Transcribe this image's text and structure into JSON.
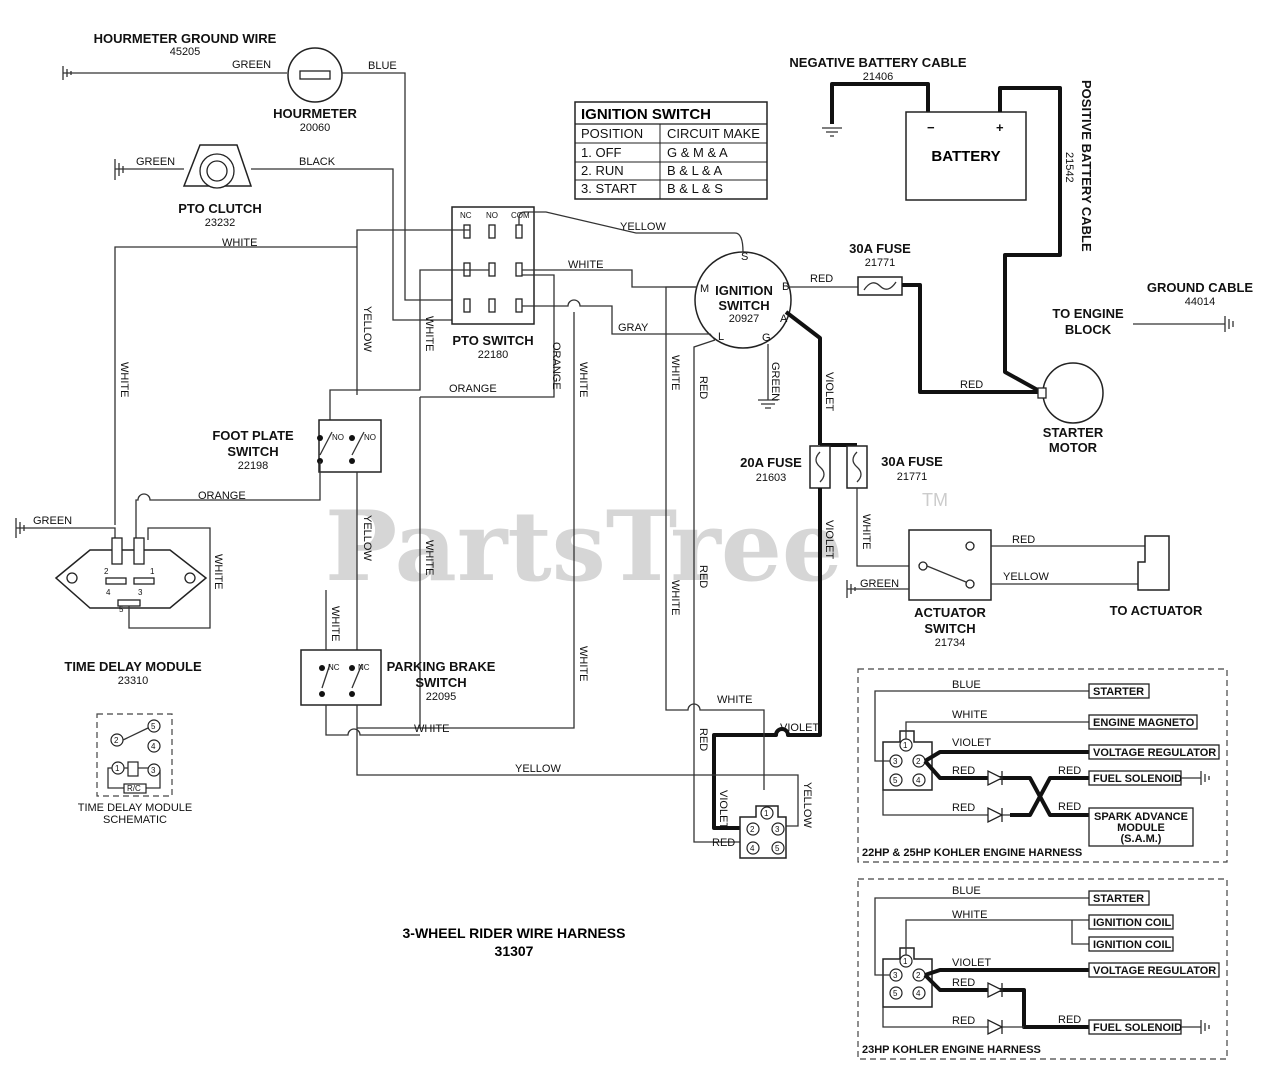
{
  "watermark": {
    "text": "PartsTree",
    "tm": "TM"
  },
  "title": {
    "name": "3-WHEEL RIDER WIRE HARNESS",
    "number": "31307"
  },
  "components": {
    "hourmeter_ground_wire": {
      "label": "HOURMETER GROUND WIRE",
      "num": "45205"
    },
    "hourmeter": {
      "label": "HOURMETER",
      "num": "20060"
    },
    "pto_clutch": {
      "label": "PTO CLUTCH",
      "num": "23232"
    },
    "pto_switch": {
      "label": "PTO SWITCH",
      "num": "22180",
      "terminals": [
        "NC",
        "NO",
        "COM"
      ]
    },
    "ignition_switch": {
      "label1": "IGNITION",
      "label2": "SWITCH",
      "num": "20927",
      "terminals": [
        "S",
        "M",
        "B",
        "A",
        "L",
        "G"
      ]
    },
    "foot_plate_switch": {
      "label1": "FOOT PLATE",
      "label2": "SWITCH",
      "num": "22198"
    },
    "parking_brake_switch": {
      "label1": "PARKING BRAKE",
      "label2": "SWITCH",
      "num": "22095"
    },
    "time_delay_module": {
      "label": "TIME DELAY MODULE",
      "num": "23310",
      "terminals": [
        "2",
        "1",
        "4",
        "3",
        "5"
      ]
    },
    "time_delay_schematic": {
      "label1": "TIME DELAY MODULE",
      "label2": "SCHEMATIC",
      "rc": "R/C",
      "pins": [
        "5",
        "2",
        "4",
        "1",
        "3"
      ]
    },
    "negative_battery_cable": {
      "label": "NEGATIVE BATTERY CABLE",
      "num": "21406"
    },
    "battery": {
      "label": "BATTERY",
      "minus": "−",
      "plus": "+"
    },
    "positive_battery_cable": {
      "label": "POSITIVE BATTERY CABLE",
      "num": "21542"
    },
    "fuse_30a_top": {
      "label": "30A FUSE",
      "num": "21771"
    },
    "fuse_20a": {
      "label": "20A FUSE",
      "num": "21603"
    },
    "fuse_30a_mid": {
      "label": "30A FUSE",
      "num": "21771"
    },
    "ground_cable": {
      "label": "GROUND CABLE",
      "num": "44014"
    },
    "to_engine_block": {
      "label1": "TO ENGINE",
      "label2": "BLOCK"
    },
    "starter_motor": {
      "label1": "STARTER",
      "label2": "MOTOR"
    },
    "actuator_switch": {
      "label1": "ACTUATOR",
      "label2": "SWITCH",
      "num": "21734"
    },
    "to_actuator": {
      "label": "TO ACTUATOR"
    },
    "connector_pins": [
      "1",
      "2",
      "3",
      "4",
      "5"
    ]
  },
  "ignition_table": {
    "title": "IGNITION SWITCH",
    "headers": [
      "POSITION",
      "CIRCUIT MAKE"
    ],
    "rows": [
      [
        "1. OFF",
        "G & M & A"
      ],
      [
        "2. RUN",
        "B & L & A"
      ],
      [
        "3. START",
        "B & L & S"
      ]
    ]
  },
  "wire_labels": {
    "green": "GREEN",
    "blue": "BLUE",
    "black": "BLACK",
    "white": "WHITE",
    "yellow": "YELLOW",
    "orange": "ORANGE",
    "gray": "GRAY",
    "red": "RED",
    "violet": "VIOLET"
  },
  "switch_contacts": {
    "nc": "NC",
    "no": "NO"
  },
  "harness_22_25": {
    "caption": "22HP & 25HP KOHLER ENGINE HARNESS",
    "wires": [
      "BLUE",
      "WHITE",
      "VIOLET",
      "RED",
      "RED",
      "RED",
      "RED"
    ],
    "tags": [
      "STARTER",
      "ENGINE MAGNETO",
      "VOLTAGE REGULATOR",
      "FUEL SOLENOID",
      "SPARK ADVANCE",
      "MODULE",
      "(S.A.M.)"
    ]
  },
  "harness_23": {
    "caption": "23HP KOHLER ENGINE HARNESS",
    "wires": [
      "BLUE",
      "WHITE",
      "VIOLET",
      "RED",
      "RED",
      "RED"
    ],
    "tags": [
      "STARTER",
      "IGNITION COIL",
      "IGNITION COIL",
      "VOLTAGE REGULATOR",
      "FUEL SOLENOID"
    ]
  }
}
